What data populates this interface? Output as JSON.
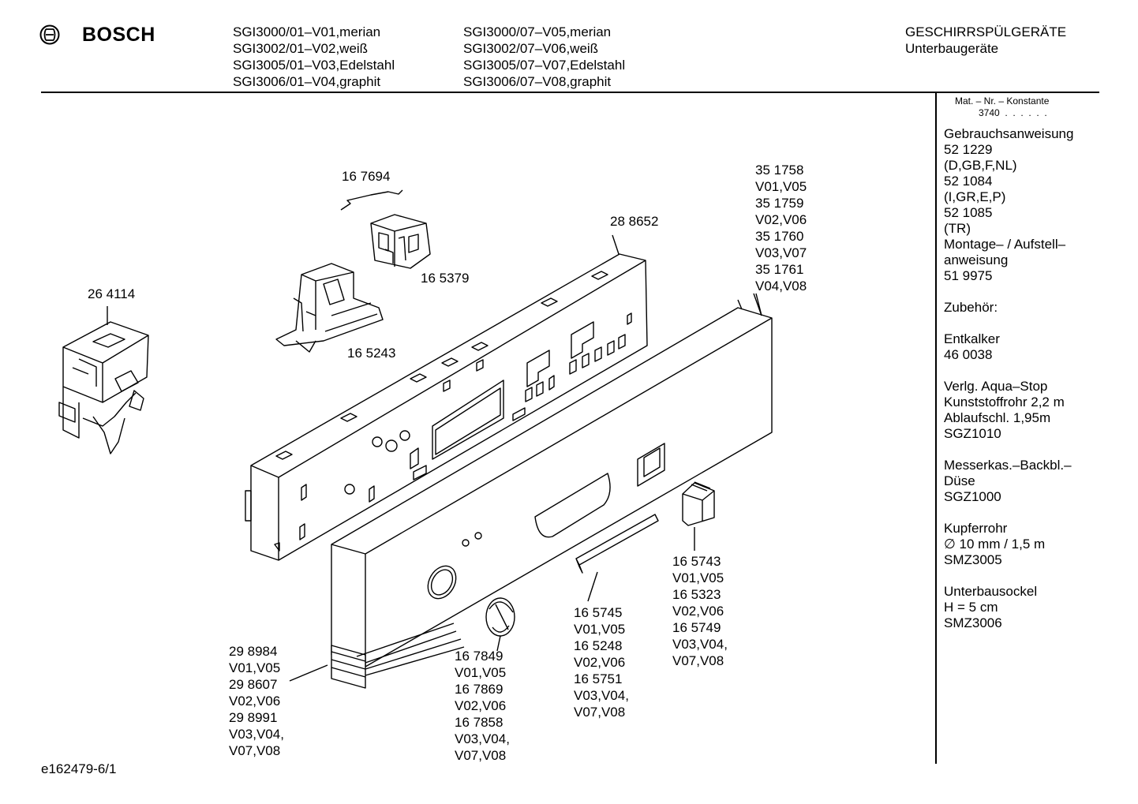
{
  "header": {
    "brand": "BOSCH",
    "models_col1": [
      "SGI3000/01–V01,merian",
      "SGI3002/01–V02,weiß",
      "SGI3005/01–V03,Edelstahl",
      "SGI3006/01–V04,graphit"
    ],
    "models_col2": [
      "SGI3000/07–V05,merian",
      "SGI3002/07–V06,weiß",
      "SGI3005/07–V07,Edelstahl",
      "SGI3006/07–V08,graphit"
    ],
    "category": "GESCHIRRSPÜLGERÄTE",
    "subcategory": "Unterbaugeräte"
  },
  "sidebar": {
    "mat_label": "Mat. – Nr. – Konstante",
    "mat_value": "3740  .  .  .  .  .  .",
    "lines": [
      "Gebrauchsanweisung",
      "52 1229",
      "(D,GB,F,NL)",
      "52 1084",
      "(I,GR,E,P)",
      "52 1085",
      "(TR)",
      "Montage– / Aufstell–",
      "anweisung",
      "51 9975",
      "",
      "Zubehör:",
      "",
      "Entkalker",
      "46 0038",
      "",
      "Verlg. Aqua–Stop",
      "Kunststoffrohr 2,2 m",
      "Ablaufschl. 1,95m",
      "SGZ1010",
      "",
      "Messerkas.–Backbl.–",
      "Düse",
      "SGZ1000",
      "",
      "Kupferrohr",
      "∅ 10 mm / 1,5 m",
      "SMZ3005",
      "",
      "Unterbausockel",
      "H = 5 cm",
      "SMZ3006"
    ]
  },
  "labels": {
    "p167694": "16 7694",
    "p165379": "16 5379",
    "p165243": "16 5243",
    "p264114": "26 4114",
    "p288652": "28 8652",
    "p351758": [
      "35 1758",
      "V01,V05",
      "35 1759",
      "V02,V06",
      "35 1760",
      "V03,V07",
      "35 1761",
      "V04,V08"
    ],
    "p298984": [
      "29 8984",
      "V01,V05",
      "29 8607",
      "V02,V06",
      "29 8991",
      "V03,V04,",
      "V07,V08"
    ],
    "p167849": [
      "16 7849",
      "V01,V05",
      "16 7869",
      "V02,V06",
      "16 7858",
      "V03,V04,",
      "V07,V08"
    ],
    "p165745": [
      "16 5745",
      "V01,V05",
      "16 5248",
      "V02,V06",
      "16 5751",
      "V03,V04,",
      "V07,V08"
    ],
    "p165743": [
      "16 5743",
      "V01,V05",
      "16 5323",
      "V02,V06",
      "16 5749",
      "V03,V04,",
      "V07,V08"
    ]
  },
  "footer": {
    "code": "e162479-6/1"
  }
}
